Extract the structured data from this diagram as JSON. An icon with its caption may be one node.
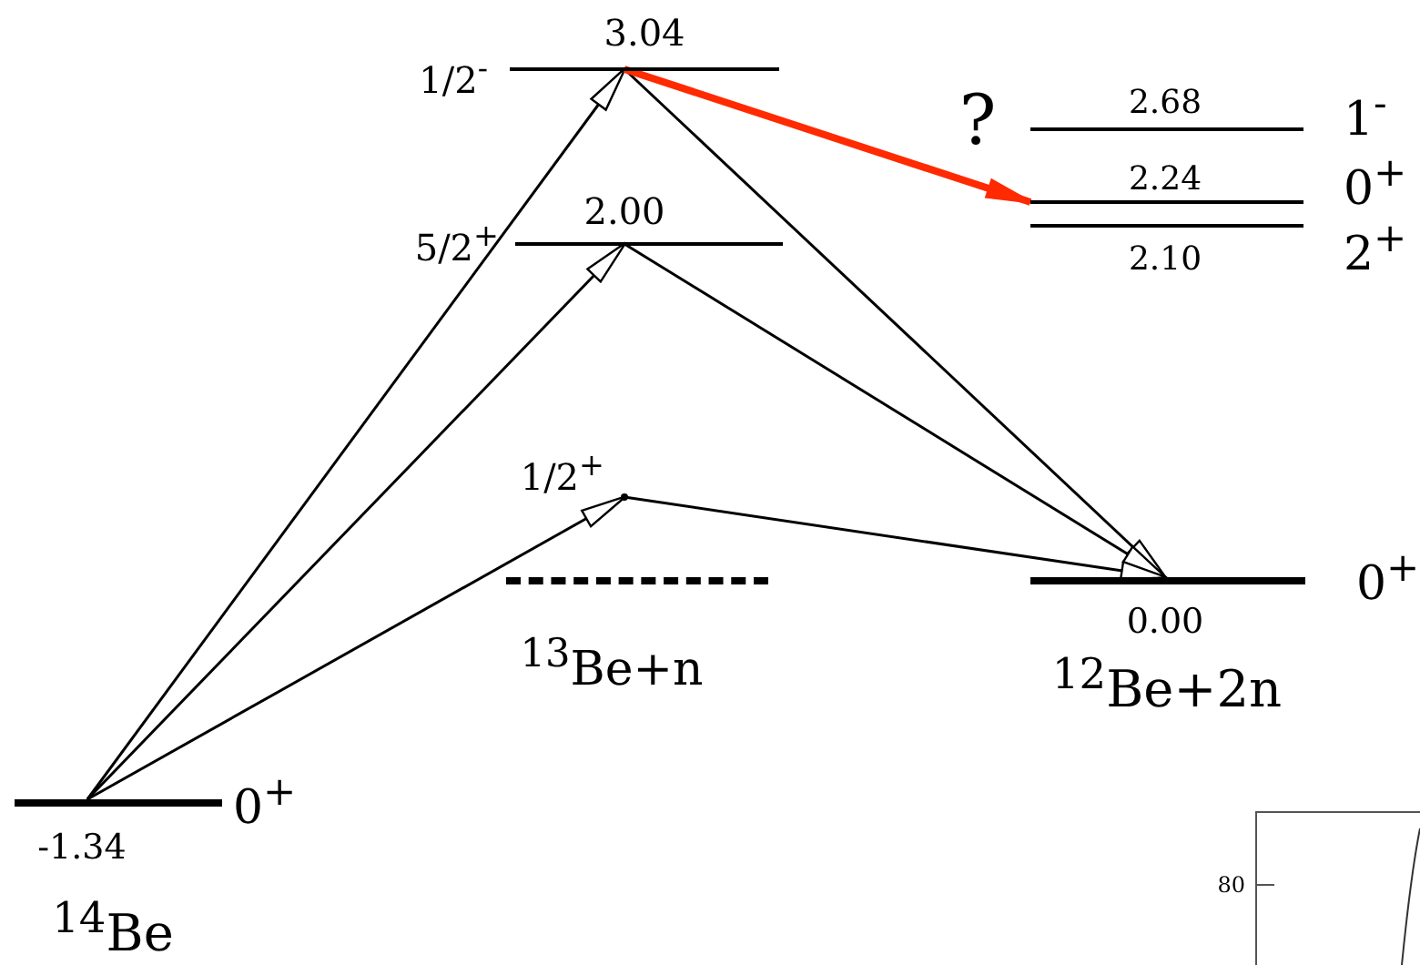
{
  "diagram": {
    "nodes": [
      {
        "text": [
          "-1.34",
          "0$^{+}$"
        ],
        "beside": [
          "$^{14}$Be"
        ]
      },
      {
        "text": [
          "1/2$^{+}$"
        ]
      },
      {
        "text": [
          "2.00",
          "5/2$^{+}$"
        ]
      },
      {
        "text": [
          "3.04",
          "1/2$^{-}$"
        ]
      },
      {
        "text": [
          "$^{13}$Be+n"
        ]
      },
      {
        "text": [
          "0.00",
          "0$^{+}$"
        ],
        "beside": [
          "$^{12}$Be+2n"
        ]
      },
      {
        "text": [
          "2.10",
          "2$^{+}$"
        ]
      },
      {
        "text": [
          "2.24",
          "0$^{+}$"
        ]
      },
      {
        "text": [
          "2.68",
          "1$^{-}$"
        ]
      }
    ],
    "edges": [
      {
        "from": 0,
        "to": 3,
        "arrow": "to"
      },
      {
        "from": 0,
        "to": 2,
        "arrow": "to"
      },
      {
        "from": 0,
        "to": 1,
        "arrow": "to"
      },
      {
        "from": 3,
        "to": 5,
        "arrow": "to"
      },
      {
        "from": 2,
        "to": 5,
        "arrow": "to"
      },
      {
        "from": 1,
        "to": 5,
        "arrow": "to"
      },
      {
        "from": 3,
        "to": 7,
        "arrow": "to",
        "label": "?",
        "style": "thick",
        "color": "#ff2a00"
      }
    ],
    "labels": [
      "80"
    ]
  }
}
